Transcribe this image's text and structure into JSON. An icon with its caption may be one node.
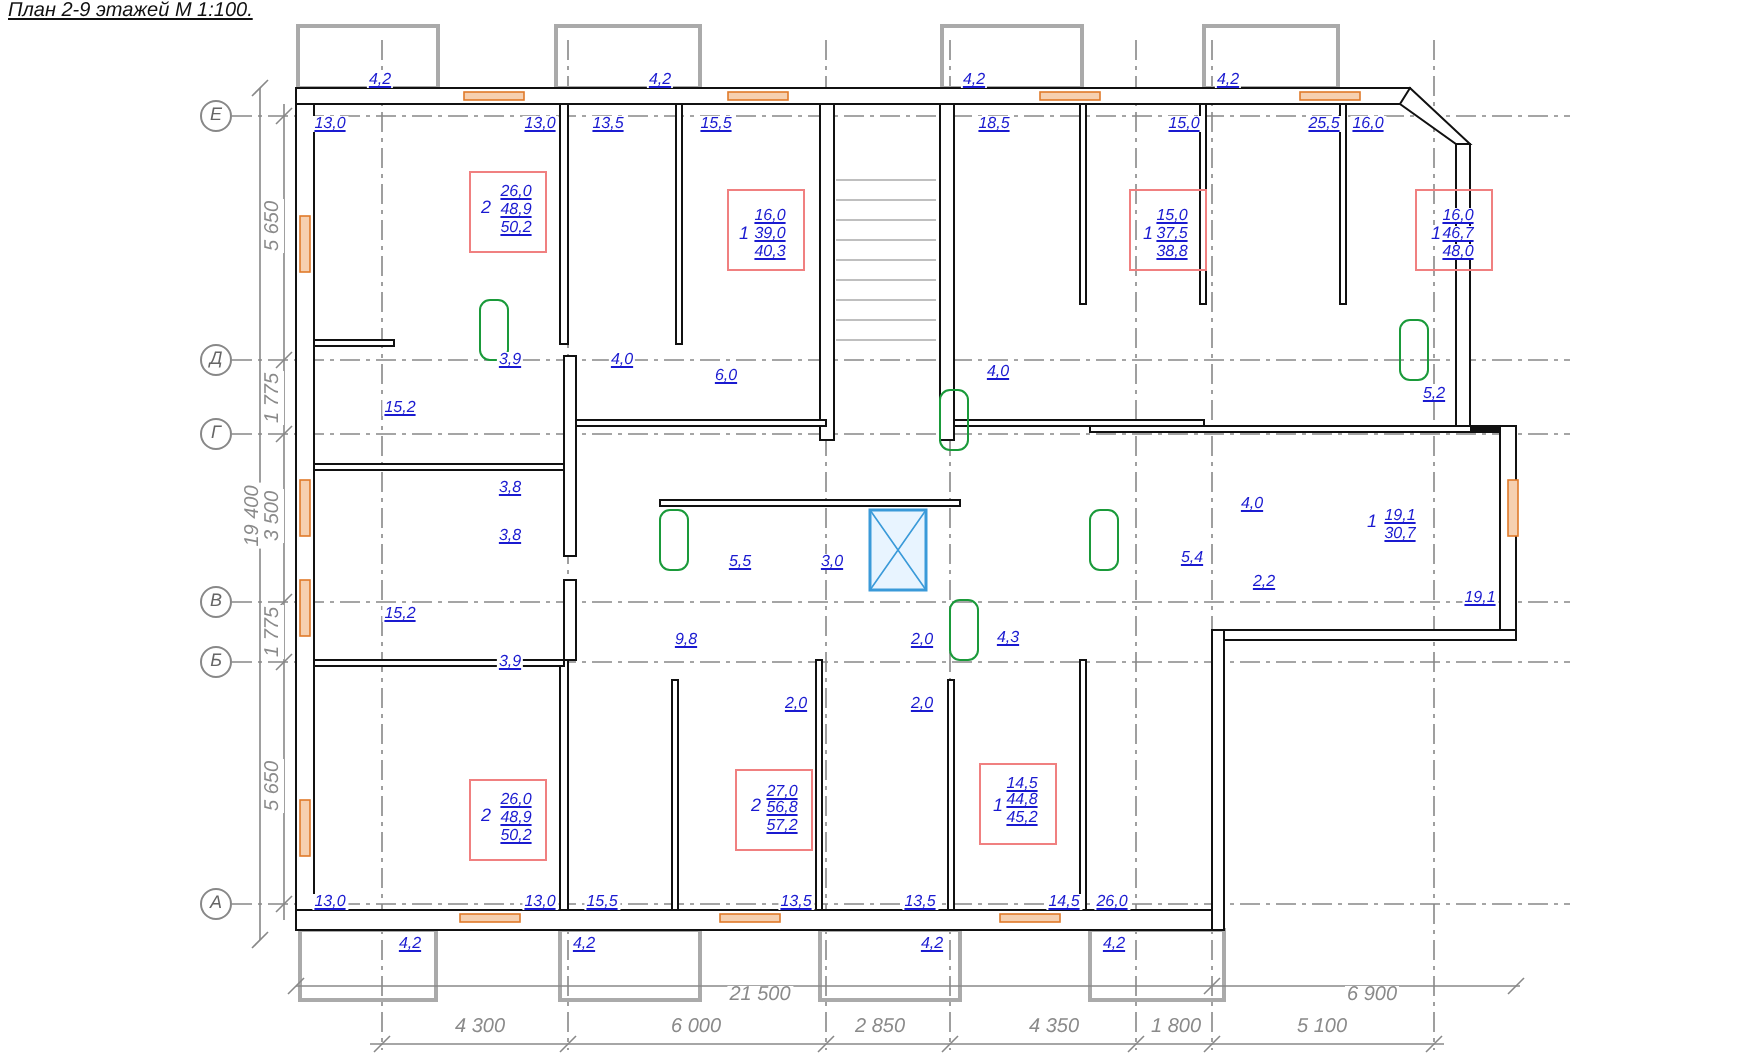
{
  "diagram": {
    "title": "План 2-9 этажей М 1:100.",
    "nodes": [
      {
        "text": [
          "Е"
        ]
      },
      {
        "text": [
          "Д"
        ]
      },
      {
        "text": [
          "Г"
        ]
      },
      {
        "text": [
          "В"
        ]
      },
      {
        "text": [
          "Б"
        ]
      },
      {
        "text": [
          "А"
        ]
      }
    ],
    "edges": [],
    "labels": [
      "4,2",
      "4,2",
      "4,2",
      "4,2",
      "13,0",
      "13,0",
      "13,5",
      "15,5",
      "18,5",
      "15,0",
      "25,5",
      "16,0",
      "2",
      "26,0",
      "48,9",
      "50,2",
      "1",
      "16,0",
      "39,0",
      "40,3",
      "1",
      "15,0",
      "37,5",
      "38,8",
      "1",
      "16,0",
      "46,7",
      "48,0",
      "5 650",
      "3,9",
      "4,0",
      "6,0",
      "4,0",
      "5,2",
      "1 775",
      "15,2",
      "3,8",
      "19 400",
      "3 500",
      "4,0",
      "3,8",
      "1",
      "19,1",
      "30,7",
      "5,5",
      "3,0",
      "5,4",
      "2,2",
      "19,1",
      "15,2",
      "1 775",
      "9,8",
      "2,0",
      "4,3",
      "3,9",
      "2,0",
      "2,0",
      "5 650",
      "2",
      "26,0",
      "48,9",
      "50,2",
      "2",
      "27,0",
      "56,8",
      "57,2",
      "1",
      "14,5",
      "44,8",
      "45,2",
      "13,0",
      "13,0",
      "15,5",
      "13,5",
      "13,5",
      "14,5",
      "26,0",
      "4,2",
      "4,2",
      "4,2",
      "4,2",
      "21 500",
      "6 900",
      "4 300",
      "6 000",
      "2 850",
      "4 350",
      "1 800",
      "5 100"
    ]
  }
}
